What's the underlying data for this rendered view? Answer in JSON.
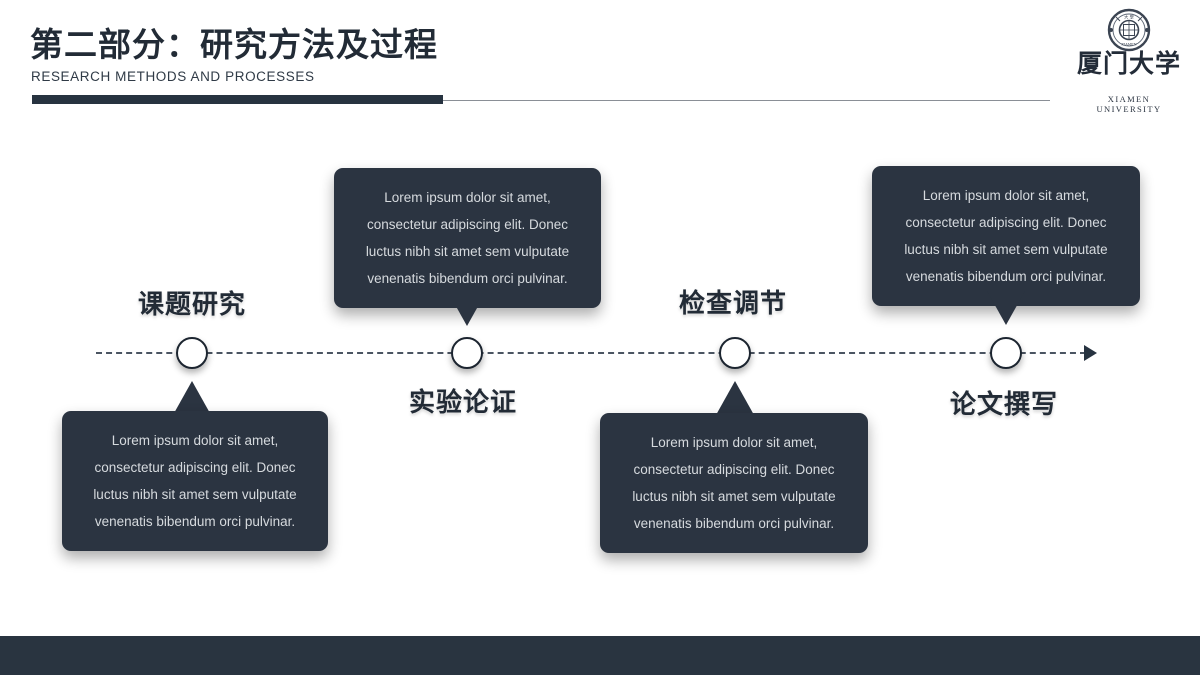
{
  "header": {
    "title_cn": "第二部分：研究方法及过程",
    "title_en": "RESEARCH METHODS AND PROCESSES"
  },
  "logo": {
    "name": "xiamen-university-logo",
    "caption": "XIAMEN UNIVERSITY",
    "wordmark": "厦门大学"
  },
  "timeline": {
    "body_text": "Lorem ipsum dolor sit amet, consectetur adipiscing elit. Donec luctus nibh sit amet sem vulputate venenatis bibendum orci pulvinar.",
    "steps": [
      {
        "label": "课题研究",
        "body": "Lorem ipsum dolor sit amet, consectetur adipiscing elit. Donec luctus nibh sit amet sem vulputate venenatis bibendum orci pulvinar.",
        "position": "below"
      },
      {
        "label": "实验论证",
        "body": "Lorem ipsum dolor sit amet, consectetur adipiscing elit. Donec luctus nibh sit amet sem vulputate venenatis bibendum orci pulvinar.",
        "position": "above"
      },
      {
        "label": "检查调节",
        "body": "Lorem ipsum dolor sit amet, consectetur adipiscing elit. Donec luctus nibh sit amet sem vulputate venenatis bibendum orci pulvinar.",
        "position": "below"
      },
      {
        "label": "论文撰写",
        "body": "Lorem ipsum dolor sit amet, consectetur adipiscing elit. Donec luctus nibh sit amet sem vulputate venenatis bibendum orci pulvinar.",
        "position": "above"
      }
    ]
  },
  "colors": {
    "dark": "#2b3441",
    "footer": "#293440",
    "rule": "#273340",
    "text_light": "#d6dade"
  }
}
